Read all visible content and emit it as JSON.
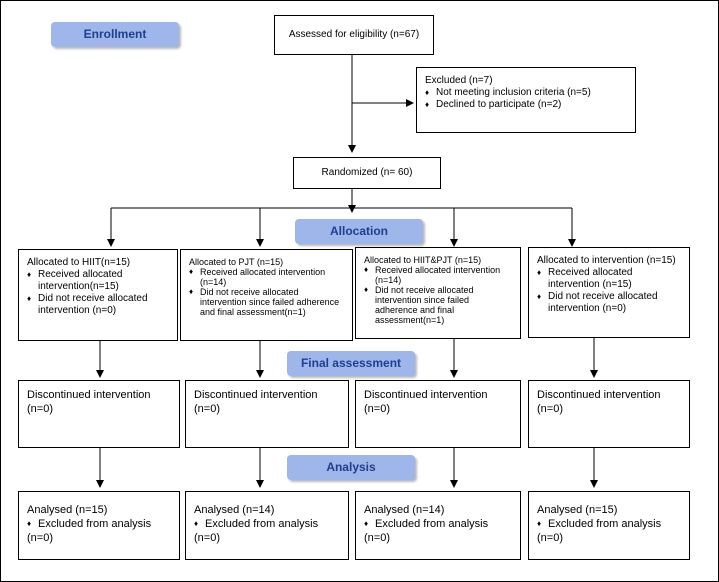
{
  "stages": {
    "enrollment": "Enrollment",
    "allocation": "Allocation",
    "final_assessment": "Final assessment",
    "analysis": "Analysis"
  },
  "assessed": "Assessed for eligibility (n=67)",
  "excluded": {
    "title": "Excluded  (n=7)",
    "items": [
      "Not meeting inclusion criteria (n=5)",
      "Declined to participate (n=2)"
    ]
  },
  "randomized": "Randomized  (n= 60)",
  "groups": [
    {
      "allocation_title": "Allocated to HIIT(n=15)",
      "allocation_items": [
        "Received allocated intervention(n=15)",
        "Did not receive allocated intervention (n=0)"
      ],
      "discontinued": "Discontinued intervention",
      "discontinued_n": "(n=0)",
      "analysed": "Analysed  (n=15)",
      "excluded_analysis": "Excluded from analysis",
      "excluded_n": "(n=0)"
    },
    {
      "allocation_title": "Allocated to PJT   (n=15)",
      "allocation_items": [
        "Received allocated intervention (n=14)",
        "Did not receive allocated intervention  since failed adherence and final assessment(n=1)"
      ],
      "discontinued": "Discontinued intervention",
      "discontinued_n": "(n=0)",
      "analysed": "Analysed  (n=14)",
      "excluded_analysis": "Excluded from analysis",
      "excluded_n": "(n=0)"
    },
    {
      "allocation_title": "Allocated to HIIT&PJT   (n=15)",
      "allocation_items": [
        "Received allocated intervention (n=14)",
        "Did not receive allocated intervention  since failed adherence and final assessment(n=1)"
      ],
      "discontinued": "Discontinued intervention",
      "discontinued_n": "(n=0)",
      "analysed": "Analysed  (n=14)",
      "excluded_analysis": "Excluded from analysis",
      "excluded_n": "(n=0)"
    },
    {
      "allocation_title": "Allocated to intervention (n=15)",
      "allocation_items": [
        "Received allocated intervention (n=15)",
        "Did not receive allocated intervention (n=0)"
      ],
      "discontinued": "Discontinued intervention",
      "discontinued_n": "(n=0)",
      "analysed": "Analysed  (n=15)",
      "excluded_analysis": "Excluded from analysis",
      "excluded_n": "(n=0)"
    }
  ]
}
